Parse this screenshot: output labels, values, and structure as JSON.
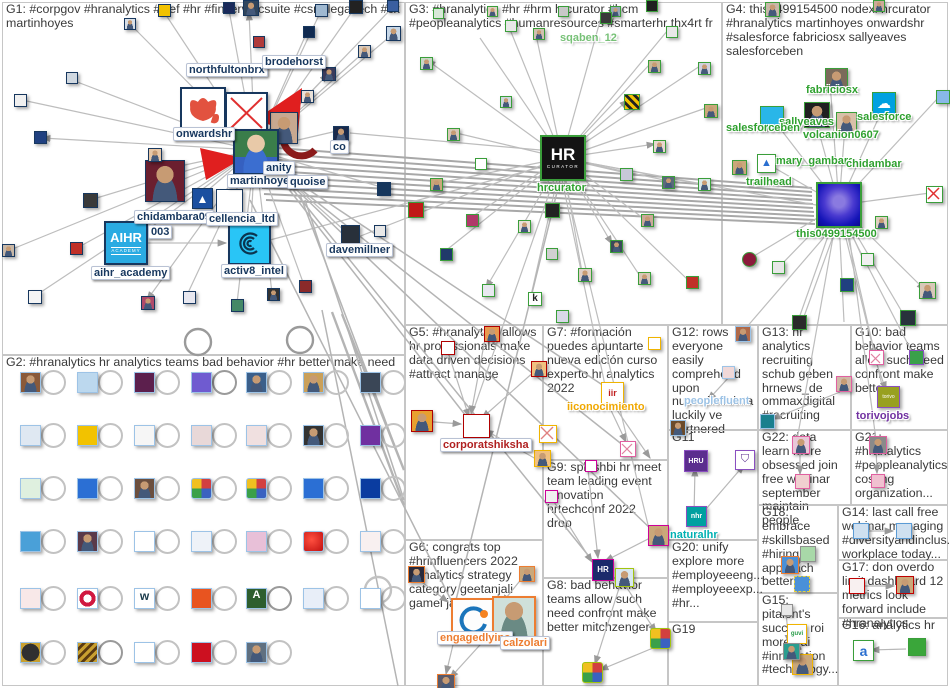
{
  "groups": {
    "g1": "G1: #corpgov #hranalytics #wef #hr #finserv #csuite #csr #legaltech #cx martinhoyes",
    "g2": "G2: #hranalytics hr analytics teams bad behavior #hr better make need",
    "g3": "G3: #hranalytics #hr #hrm hrcurator #hcm #peopleanalytics #humanresources #smarterhr thx4rt fr",
    "g4": "G4: this0499154500 nodexl hrcurator #hranalytics martinhoyes onwardshr #salesforce fabriciosx sallyeaves salesforceben",
    "g5": "G5: #hranalytics allows hr professionals make data driven decisions #attract manage",
    "g6": "G6: congrats top #hrinfluencers 2022 #analytics strategy category geetanjali gamel javiercalzolari",
    "g7": "G7: #formación puedes apuntarte nueva edición curso experto hr analytics 2022",
    "g8": "G8: bad behavior teams allow such need confront make better mitchzenger",
    "g9": "G9: splashbi hr meet team leading event innovation hrtechconf 2022 drop",
    "g10": "G10: bad behavior teams allow such need confront make better",
    "g11": "G11",
    "g12": "G12: rows everyone easily comprehend upon numerical data luckily ve partnered",
    "g13": "G13: hr analytics recruiting schub geben hrnews_de ommaxdigital #recruiting",
    "g14": "G14: last call free webinar managing #diversityandinclus... workplace today...",
    "g15": "G15: pitalent's success roi more #ai #innovation #technology...",
    "g16": "G16: analytics hr",
    "g17": "G17: don overdo limit dashboard 12 metrics look forward include #hranalytics",
    "g18": "G18: embrace #skillsbased #hiring approach better...",
    "g19": "G19",
    "g20": "G20: unify explore more #employeeeng... #employeeexp... #hr...",
    "g21": "G21: #hranalytics #peopleanalytics costing organization...",
    "g22": "G22: data learn more obsessed join free webinar september maintain people"
  },
  "node_labels": {
    "northfultonbrx": "northfultonbrx",
    "brodehorst": "brodehorst",
    "onwardshr": "onwardshr",
    "martinhoyes": "martinhoyes",
    "anity": "anity",
    "quoise": "quoise",
    "co": "co",
    "chidambara09": "chidambara09",
    "c003": "003",
    "excellencia_ltd": "cellencia_ltd",
    "aihr_academy": "aihr_academy",
    "activ8_intel": "activ8_intel",
    "davemillner": "davemillner",
    "hrcurator": "hrcurator",
    "sqaben_12": "sqaben_12",
    "fabriciosx": "fabriciosx",
    "sallyeaves": "sallyeaves",
    "salesforce": "salesforce",
    "salesforceben": "salesforceben",
    "volcanion0607": "volcanion0607",
    "mary_gambara": "mary_gambara",
    "chidambar": "chidambar",
    "trailhead": "trailhead",
    "this0499154500": "this0499154500",
    "torivojobs": "torivojobs",
    "peoplefluent": "peoplefluent",
    "iiconocimiento": "iiconocimiento",
    "corporatshiksha": "corporatshiksha",
    "naturalhr": "naturalhr",
    "engagedlyinc": "engagedlyinc",
    "calzolari": "calzolari"
  },
  "icon_texts": {
    "aihr_top": "AIHR",
    "aihr_bottom": "ACADEMY",
    "hrc_top": "HR",
    "hrc_bottom": "CURATOR",
    "hru": "HRU",
    "nhr": "nhr",
    "a_badge": "a",
    "guvi": "guvi",
    "iir": "iir",
    "hr_small": "HR",
    "torivo": "torivo"
  },
  "colors": {
    "edge": "#bcbcbc",
    "group_border": "#c6c6c6",
    "g1_accent": "#17375e",
    "g3_accent": "#3a9e3a",
    "g5_accent": "#b00000",
    "g6_accent": "#ed7d31",
    "g7_accent": "#f0b400",
    "g9_accent": "#cc0099",
    "g8_accent": "#a2c410",
    "g10_accent": "#7030a0",
    "red_arrow": "#e01f1f",
    "peoplefluent_label": "#9dc3e6",
    "naturalhr_label": "#00b0b2",
    "aihr_bg": "#2aabe2",
    "activ8_bg": "#29c5f6",
    "hrcurator_bg": "#141414",
    "salesforce_bg": "#00a1e0"
  }
}
